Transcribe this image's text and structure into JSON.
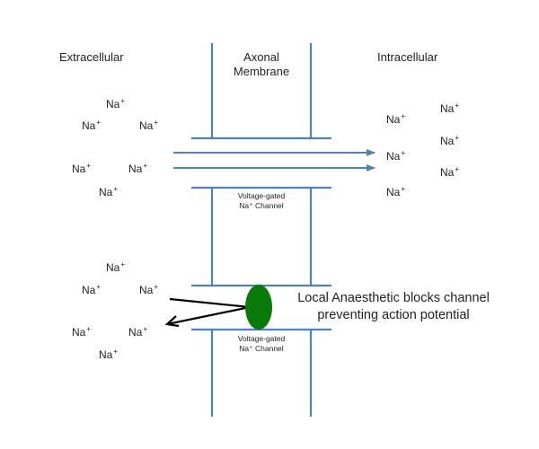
{
  "labels": {
    "extracellular": "Extracellular",
    "membrane_line1": "Axonal",
    "membrane_line2": "Membrane",
    "intracellular": "Intracellular"
  },
  "ion": {
    "symbol": "Na",
    "charge": "+"
  },
  "channel_label": {
    "line1": "Voltage-gated",
    "line2": "Na⁺ Channel"
  },
  "blocker_note": {
    "line1": "Local Anaesthetic blocks channel",
    "line2": "preventing action potential"
  },
  "colors": {
    "membrane": "#4f81bd",
    "blocker": "#077a07",
    "arrow_blocked": "#000000"
  },
  "counts": {
    "top_extracellular_ions": 6,
    "top_intracellular_ions": 6,
    "bottom_extracellular_ions": 6
  }
}
